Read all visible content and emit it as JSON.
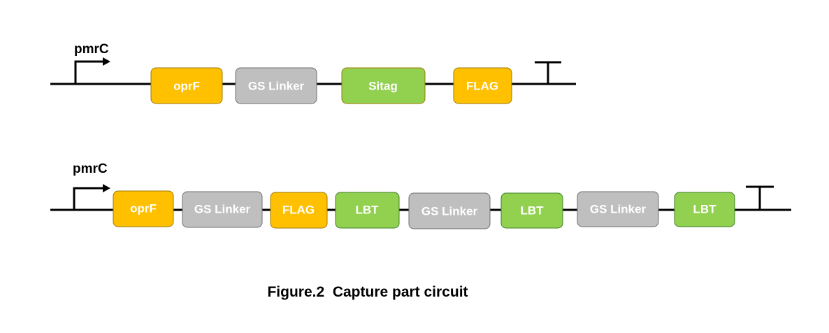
{
  "colors": {
    "promoter_part": "#ffc000",
    "linker": "#bfbfbf",
    "tag": "#92d050",
    "backbone": "#000000"
  },
  "icons": [
    "promoter-arrow-icon",
    "terminator-icon"
  ],
  "circuits": [
    {
      "promoter": "pmrC",
      "parts": [
        {
          "label": "oprF",
          "kind": "promoter_part"
        },
        {
          "label": "GS Linker",
          "kind": "linker"
        },
        {
          "label": "Sitag",
          "kind": "tag"
        },
        {
          "label": "FLAG",
          "kind": "promoter_part"
        }
      ]
    },
    {
      "promoter": "pmrC",
      "parts": [
        {
          "label": "oprF",
          "kind": "promoter_part"
        },
        {
          "label": "GS Linker",
          "kind": "linker"
        },
        {
          "label": "FLAG",
          "kind": "promoter_part"
        },
        {
          "label": "LBT",
          "kind": "tag"
        },
        {
          "label": "GS Linker",
          "kind": "linker"
        },
        {
          "label": "LBT",
          "kind": "tag"
        },
        {
          "label": "GS Linker",
          "kind": "linker"
        },
        {
          "label": "LBT",
          "kind": "tag"
        }
      ]
    }
  ],
  "caption": "Figure.2  Capture part circuit"
}
